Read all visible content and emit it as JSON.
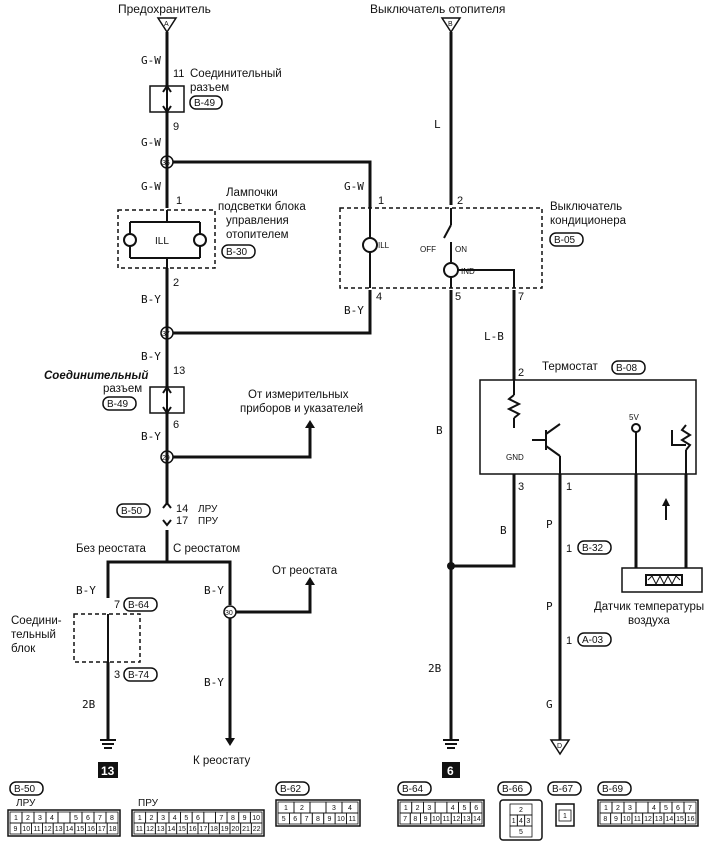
{
  "top": {
    "fuse_label": "Предохранитель",
    "heater_switch_label": "Выключатель отопителя",
    "term_a": "A",
    "term_b": "B"
  },
  "left": {
    "wire_gw_1": "G-W",
    "pin_11": "11",
    "connector1_label_line1": "Соединительный",
    "connector1_label_line2": "разъем",
    "connector1_code": "B-49",
    "pin_9": "9",
    "wire_gw_2": "G-W",
    "node_36": "36",
    "wire_gw_3": "G-W",
    "pin_1": "1",
    "lamp_label_line1": "Лампочки",
    "lamp_label_line2": "подсветки блока",
    "lamp_label_line3": "управления",
    "lamp_label_line4": "отопителем",
    "lamp_code": "B-30",
    "ill": "ILL",
    "pin_2": "2",
    "wire_by_1": "B-Y",
    "node_37": "37",
    "wire_by_2": "B-Y",
    "connector2_label_line1": "Соединительный",
    "connector2_label_line2": "разъем",
    "connector2_code": "B-49",
    "pin_13": "13",
    "pin_6": "6",
    "wire_by_3": "B-Y",
    "instruments_label_line1": "От измерительных",
    "instruments_label_line2": "приборов и указателей",
    "node_29": "29",
    "b50_code": "B-50",
    "pin_14": "14",
    "lhd": "ЛРУ",
    "pin_17": "17",
    "rhd": "ПРУ",
    "without_rheostat": "Без реостата",
    "with_rheostat": "С реостатом",
    "wire_by_4": "B-Y",
    "pin_7": "7",
    "b64_code": "B-64",
    "junction_label_line1": "Соедини-",
    "junction_label_line2": "тельный",
    "junction_label_line3": "блок",
    "pin_3": "3",
    "b74_code": "B-74",
    "wire_2b": "2B",
    "ground_13": "13",
    "wire_by_5": "B-Y",
    "node_30": "30",
    "from_rheostat": "От реостата",
    "wire_by_6": "B-Y",
    "to_rheostat": "К реостату"
  },
  "middle": {
    "wire_l": "L",
    "wire_gw": "G-W",
    "pin_1": "1",
    "pin_2": "2",
    "ac_switch_line1": "Выключатель",
    "ac_switch_line2": "кондиционера",
    "ac_code": "B-05",
    "ill": "ILL",
    "off": "OFF",
    "on": "ON",
    "ind": "IND",
    "pin_4": "4",
    "pin_5": "5",
    "pin_7": "7",
    "wire_by": "B-Y",
    "wire_lb": "L-B",
    "wire_b1": "B",
    "wire_b2": "B",
    "wire_2b": "2B",
    "ground_6": "6"
  },
  "right": {
    "thermostat_label": "Термостат",
    "thermostat_code": "B-08",
    "pin_2": "2",
    "gnd": "GND",
    "v5": "5V",
    "pin_3": "3",
    "pin_1a": "1",
    "wire_p1": "P",
    "b32_code": "B-32",
    "pin_1b": "1",
    "wire_p2": "P",
    "pin_1c": "1",
    "a03_code": "A-03",
    "wire_g": "G",
    "term_d": "D",
    "sensor_line1": "Датчик температуры",
    "sensor_line2": "воздуха"
  },
  "connectors": {
    "b50": {
      "code": "B-50",
      "lhd": "ЛРУ",
      "rhd": "ПРУ",
      "lhd_row1": [
        "1",
        "2",
        "3",
        "4",
        "",
        "5",
        "6",
        "7",
        "8"
      ],
      "lhd_row2": [
        "9",
        "10",
        "11",
        "12",
        "13",
        "14",
        "15",
        "16",
        "17",
        "18"
      ],
      "rhd_row1": [
        "1",
        "2",
        "3",
        "4",
        "5",
        "6",
        "",
        "7",
        "8",
        "9",
        "10"
      ],
      "rhd_row2": [
        "11",
        "12",
        "13",
        "14",
        "15",
        "16",
        "17",
        "18",
        "19",
        "20",
        "21",
        "22"
      ]
    },
    "b62": {
      "code": "B-62",
      "row1": [
        "1",
        "2",
        "",
        "3",
        "4"
      ],
      "row2": [
        "5",
        "6",
        "7",
        "8",
        "9",
        "10",
        "11"
      ]
    },
    "b64": {
      "code": "B-64",
      "row1": [
        "1",
        "2",
        "3",
        "",
        "4",
        "5",
        "6"
      ],
      "row2": [
        "7",
        "8",
        "9",
        "10",
        "11",
        "12",
        "13",
        "14"
      ]
    },
    "b66": {
      "code": "B-66",
      "pins": [
        "1",
        "2",
        "3",
        "4",
        "5"
      ]
    },
    "b67": {
      "code": "B-67",
      "pins": [
        "1"
      ]
    },
    "b69": {
      "code": "B-69",
      "row1": [
        "1",
        "2",
        "3",
        "",
        "4",
        "5",
        "6",
        "7"
      ],
      "row2": [
        "8",
        "9",
        "10",
        "11",
        "12",
        "13",
        "14",
        "15",
        "16"
      ]
    }
  }
}
